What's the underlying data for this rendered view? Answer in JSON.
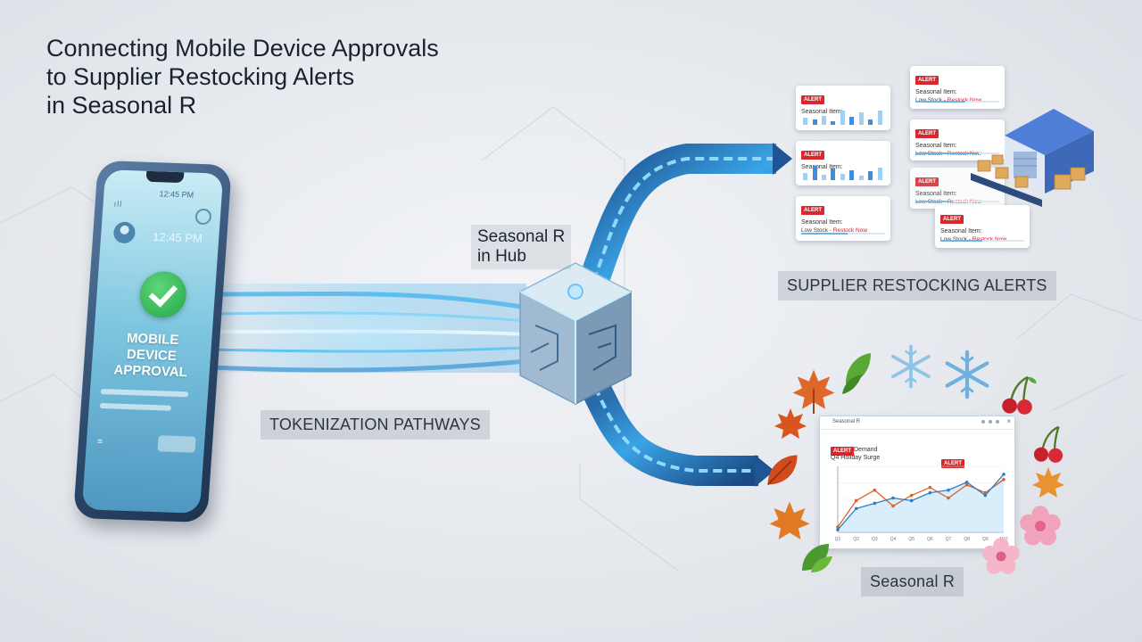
{
  "title": {
    "line1": "Connecting Mobile Device Approvals",
    "line2": "to Supplier Restocking Alerts",
    "line3": "in Seasonal R"
  },
  "phone": {
    "status_time": "12:45 PM",
    "status_signal": "ıll",
    "clock": "12:45 PM",
    "approval_line1": "MOBILE DEVICE",
    "approval_line2": "APPROVAL",
    "list_icon": "≡",
    "icons": [
      "check-icon",
      "avatar-icon"
    ]
  },
  "hub": {
    "label_line1": "Seasonal R",
    "label_line2": "in Hub"
  },
  "labels": {
    "tokenization": "TOKENIZATION PATHWAYS",
    "alerts": "SUPPLIER RESTOCKING ALERTS",
    "seasonal": "Seasonal R"
  },
  "alert_cards": [
    {
      "badge": "ALERT",
      "title": "Seasonal Item:",
      "sub_prefix": "",
      "sub_highlight": "",
      "style": "bars",
      "bars": [
        0.5,
        0.35,
        0.6,
        0.25,
        1.0,
        0.55,
        0.85,
        0.4,
        1.0
      ]
    },
    {
      "badge": "ALERT",
      "title": "Seasonal Item:",
      "sub_prefix": "Low Stock - ",
      "sub_highlight": "Restock Now",
      "style": "progress",
      "progress": 0.6
    },
    {
      "badge": "ALERT",
      "title": "Seasonal Item:",
      "sub_prefix": "",
      "sub_highlight": "",
      "style": "bars",
      "bars": [
        0.5,
        1.0,
        0.35,
        0.8,
        0.45,
        0.7,
        0.3,
        0.65,
        0.9
      ]
    },
    {
      "badge": "ALERT",
      "title": "Seasonal Item:",
      "sub_prefix": "Low Stock - ",
      "sub_highlight": "Restock Now",
      "style": "progress",
      "progress": 0.75
    },
    {
      "badge": "ALERT",
      "title": "Seasonal Item:",
      "sub_prefix": "Low Stock - ",
      "sub_highlight": "Restock Now",
      "style": "progress",
      "progress": 0.55
    },
    {
      "badge": "ALERT",
      "title": "Seasonal Item:",
      "sub_prefix": "Low Stock - ",
      "sub_highlight": "Restock Now",
      "style": "progress",
      "progress": 0.45
    },
    {
      "badge": "ALERT",
      "title": "Seasonal Item:",
      "sub_prefix": "Low Stock - ",
      "sub_highlight": "Restock Now",
      "style": "progress",
      "progress": 0.5
    }
  ],
  "chart_data": {
    "type": "line",
    "app_title": "Seasonal R",
    "close": "×",
    "badge": "ALERT",
    "title": "Demand",
    "subtitle": "Q4 Holiday Surge",
    "peak_badge": "ALERT",
    "categories": [
      "Q1",
      "Q2",
      "Q3",
      "Q4",
      "Q5",
      "Q6",
      "Q7",
      "Q8",
      "Q9",
      "Q10"
    ],
    "series": [
      {
        "name": "",
        "color": "#d9622b",
        "values": [
          0.2,
          1.2,
          1.6,
          1.0,
          1.4,
          1.7,
          1.3,
          1.8,
          1.5,
          2.0
        ]
      },
      {
        "name": "",
        "color": "#2f7fc1",
        "values": [
          0.1,
          0.9,
          1.1,
          1.3,
          1.2,
          1.5,
          1.6,
          1.9,
          1.4,
          2.2
        ]
      }
    ],
    "ylim": [
      0,
      2.5
    ],
    "grid": true
  },
  "colors": {
    "accent": "#2fa8e6",
    "alert_red": "#d8282e",
    "approve_green": "#22a648"
  },
  "decorations": [
    "maple-leaf-icon",
    "snowflake-icon",
    "cherry-icon",
    "blossom-icon",
    "green-leaf-icon"
  ]
}
